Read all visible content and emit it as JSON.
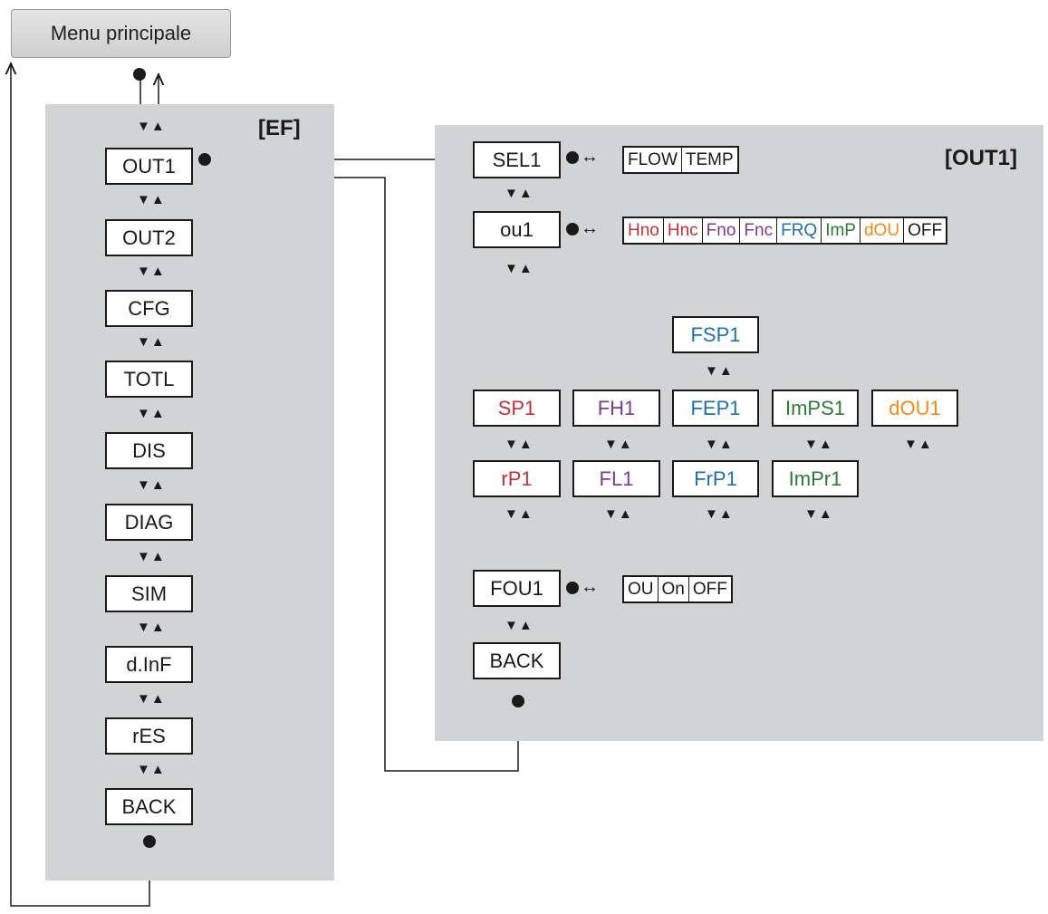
{
  "menu_button": "Menu principale",
  "ef_panel": {
    "title": "[EF]",
    "items": [
      "OUT1",
      "OUT2",
      "CFG",
      "TOTL",
      "DIS",
      "DIAG",
      "SIM",
      "d.InF",
      "rES",
      "BACK"
    ]
  },
  "out1_panel": {
    "title": "[OUT1]",
    "sel1": "SEL1",
    "sel1_options": [
      "FLOW",
      "TEMP"
    ],
    "ou1": "ou1",
    "ou1_options": [
      {
        "label": "Hno",
        "color": "#c0313e"
      },
      {
        "label": "Hnc",
        "color": "#c0313e"
      },
      {
        "label": "Fno",
        "color": "#7a3b8f"
      },
      {
        "label": "Fnc",
        "color": "#7a3b8f"
      },
      {
        "label": "FRQ",
        "color": "#2270a8"
      },
      {
        "label": "ImP",
        "color": "#2f7a35"
      },
      {
        "label": "dOU",
        "color": "#ef8a1e"
      },
      {
        "label": "OFF",
        "color": "#1a1a1a"
      }
    ],
    "fsp1": "FSP1",
    "sp1": "SP1",
    "fh1": "FH1",
    "fep1": "FEP1",
    "imps1": "ImPS1",
    "dou1": "dOU1",
    "rp1": "rP1",
    "fl1": "FL1",
    "frp1": "FrP1",
    "impr1": "ImPr1",
    "fou1": "FOU1",
    "fou1_options": [
      "OU",
      "On",
      "OFF"
    ],
    "back": "BACK"
  },
  "symbols": {
    "nav_arrows": "▼▲",
    "exchange": "↔"
  },
  "colors": {
    "panel": "#d2d3d5",
    "red": "#c0313e",
    "purple": "#7a3b8f",
    "blue": "#2270a8",
    "green": "#2f7a35",
    "orange": "#ef8a1e"
  }
}
